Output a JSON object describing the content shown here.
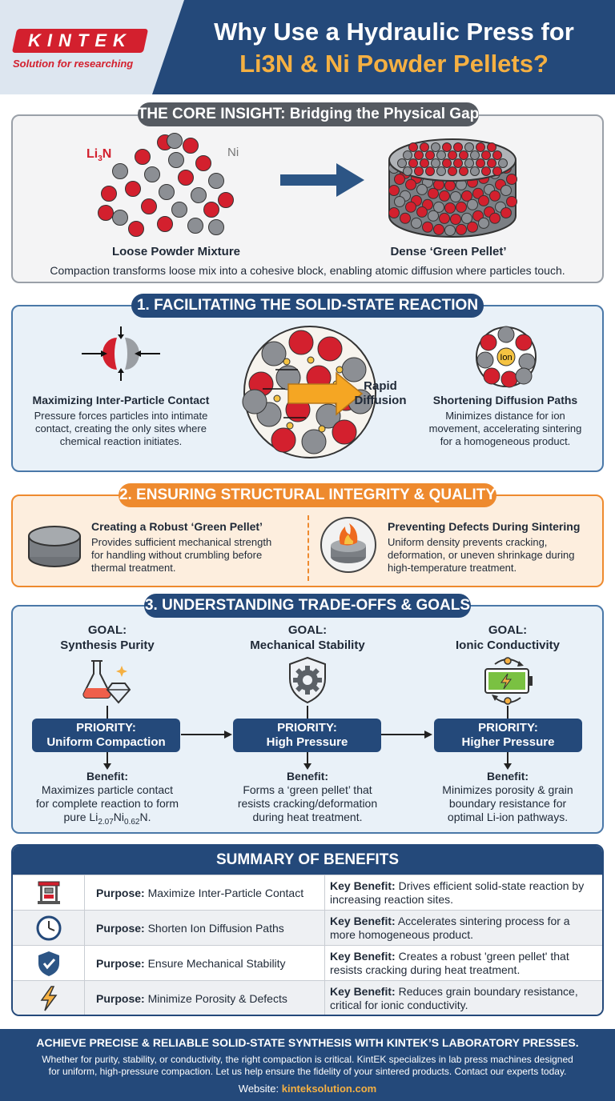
{
  "header": {
    "logo": "KINTEK",
    "tagline": "Solution for researching",
    "title_line1": "Why Use a Hydraulic Press for",
    "title_line2": "Li3N & Ni Powder Pellets?"
  },
  "core": {
    "heading": "THE CORE INSIGHT: Bridging the Physical Gap",
    "label_li3n_main": "Li",
    "label_li3n_sub": "3",
    "label_li3n_end": "N",
    "label_ni": "Ni",
    "loose_label": "Loose Powder Mixture",
    "dense_label": "Dense ‘Green Pellet’",
    "caption": "Compaction transforms loose mix into a cohesive block, enabling atomic diffusion where particles touch."
  },
  "section1": {
    "heading": "1. FACILITATING THE SOLID-STATE REACTION",
    "left_title": "Maximizing Inter-Particle Contact",
    "left_desc": [
      "Pressure forces particles into intimate",
      "contact, creating the only sites where",
      "chemical reaction initiates."
    ],
    "center_label_1": "Rapid",
    "center_label_2": "Diffusion",
    "ion_label": "Ion",
    "right_title": "Shortening Diffusion Paths",
    "right_desc": [
      "Minimizes distance for ion",
      "movement, accelerating sintering",
      "for a homogeneous product."
    ]
  },
  "section2": {
    "heading": "2. ENSURING STRUCTURAL INTEGRITY & QUALITY",
    "left_title": "Creating a Robust ‘Green Pellet’",
    "left_desc": [
      "Provides sufficient mechanical strength",
      "for handling without crumbling before",
      "thermal treatment."
    ],
    "right_title": "Preventing Defects During Sintering",
    "right_desc": [
      "Uniform density prevents cracking,",
      "deformation, or uneven shrinkage during",
      "high-temperature treatment."
    ]
  },
  "section3": {
    "heading": "3. UNDERSTANDING TRADE-OFFS & GOALS",
    "goals": [
      {
        "goal": "GOAL:",
        "name": "Synthesis Purity",
        "priority": "PRIORITY:",
        "priority_value": "Uniform Compaction",
        "benefit": "Benefit:",
        "desc": [
          "Maximizes particle contact",
          "for complete reaction to form"
        ],
        "formula": {
          "a": "pure Li",
          "b": "2.07",
          "c": "Ni",
          "d": "0.62",
          "e": "N."
        },
        "icon": "flask-diamond-icon"
      },
      {
        "goal": "GOAL:",
        "name": "Mechanical Stability",
        "priority": "PRIORITY:",
        "priority_value": "High Pressure",
        "benefit": "Benefit:",
        "desc": [
          "Forms a ‘green pellet’ that",
          "resists cracking/deformation",
          "during heat treatment."
        ],
        "icon": "gear-shield-icon"
      },
      {
        "goal": "GOAL:",
        "name": "Ionic Conductivity",
        "priority": "PRIORITY:",
        "priority_value": "Higher Pressure",
        "benefit": "Benefit:",
        "desc": [
          "Minimizes porosity & grain",
          "boundary resistance for",
          "optimal Li-ion pathways."
        ],
        "icon": "battery-icon"
      }
    ]
  },
  "summary": {
    "heading": "SUMMARY OF BENEFITS",
    "rows": [
      {
        "icon": "press-icon",
        "purpose_label": "Purpose:",
        "purpose": "Maximize Inter-Particle Contact",
        "benefit_label": "Key Benefit:",
        "benefit": "Drives efficient solid-state reaction by increasing reaction sites."
      },
      {
        "icon": "clock-icon",
        "purpose_label": "Purpose:",
        "purpose": "Shorten Ion Diffusion Paths",
        "benefit_label": "Key Benefit:",
        "benefit": "Accelerates sintering process for a more homogeneous product."
      },
      {
        "icon": "shield-check-icon",
        "purpose_label": "Purpose:",
        "purpose": "Ensure Mechanical Stability",
        "benefit_label": "Key Benefit:",
        "benefit": "Creates a robust 'green pellet' that resists cracking during heat treatment."
      },
      {
        "icon": "lightning-icon",
        "purpose_label": "Purpose:",
        "purpose": "Minimize Porosity & Defects",
        "benefit_label": "Key Benefit:",
        "benefit": "Reduces grain boundary resistance, critical for ionic conductivity."
      }
    ]
  },
  "footer": {
    "headline": "ACHIEVE PRECISE & RELIABLE SOLID-STATE SYNTHESIS WITH KINTEK’S LABORATORY PRESSES.",
    "line1": "Whether for purity, stability, or conductivity, the right compaction is critical. KintEK specializes in lab press machines designed",
    "line2": "for uniform, high-pressure compaction. Let us help ensure the fidelity of your sintered products. Contact our experts today.",
    "website_label": "Website:",
    "website": "kinteksolution.com"
  },
  "colors": {
    "navy": "#24497a",
    "red": "#d3202e",
    "orange": "#ee8a2e",
    "gold": "#f5b042",
    "grey": "#8c8f94"
  }
}
